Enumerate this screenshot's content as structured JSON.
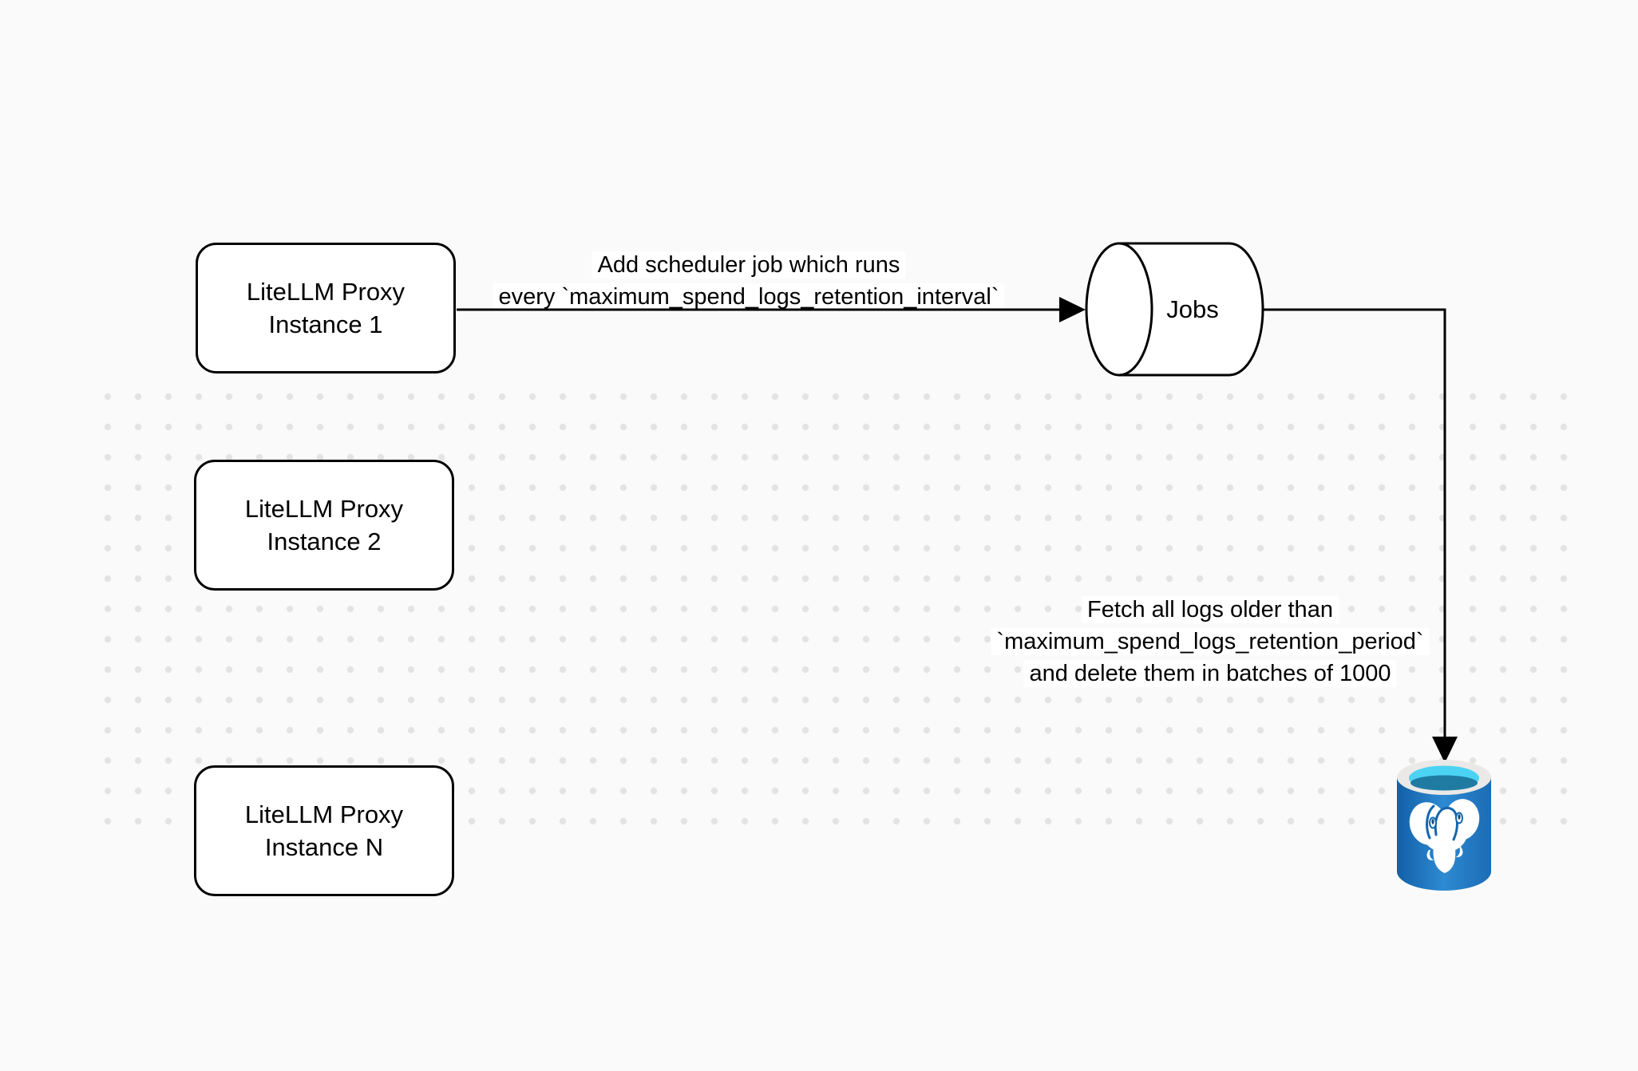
{
  "diagram": {
    "title": "LiteLLM spend logs retention scheduler diagram",
    "nodes": {
      "instance1": {
        "line1": "LiteLLM Proxy",
        "line2": "Instance 1"
      },
      "instance2": {
        "line1": "LiteLLM Proxy",
        "line2": "Instance 2"
      },
      "instanceN": {
        "line1": "LiteLLM Proxy",
        "line2": "Instance N"
      },
      "jobs": {
        "label": "Jobs"
      },
      "database": {
        "icon": "postgresql-elephant-database-icon"
      }
    },
    "edges": {
      "schedule": {
        "line1": "Add scheduler job which runs",
        "line2": "every `maximum_spend_logs_retention_interval`"
      },
      "fetch": {
        "line1": "Fetch all logs older than",
        "line2": "`maximum_spend_logs_retention_period`",
        "line3": "and delete them in batches of 1000"
      }
    },
    "colors": {
      "canvas": "#FAFAFA",
      "grid_dot": "#E3E3E3",
      "stroke": "#000000",
      "node_fill": "#FFFFFF",
      "label_background": "#FFFFFF",
      "pg_body_blue": "#1B6CB4",
      "pg_body_blue_light": "#2E8AD2",
      "pg_body_blue_dark": "#1160A8",
      "pg_rim_gray": "#EAE9E7",
      "pg_ring_cyan": "#4CD3F3",
      "pg_pool_teal": "#1F7BA2",
      "pg_elephant": "#FFFFFF"
    }
  }
}
